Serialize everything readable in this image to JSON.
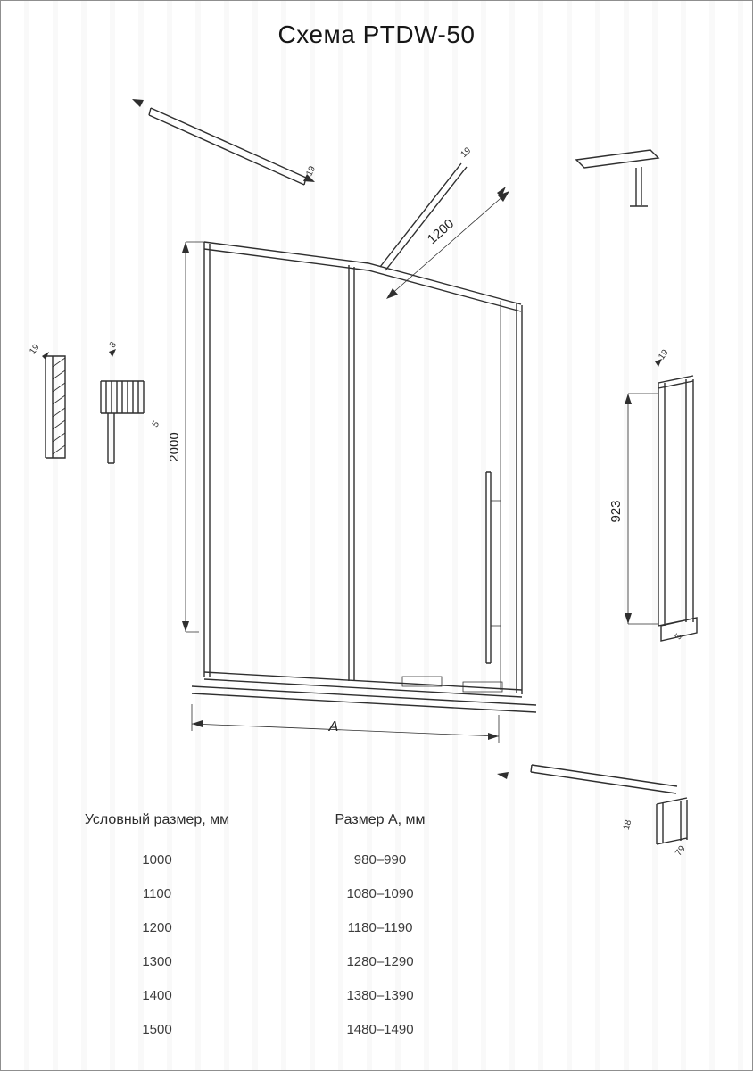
{
  "title": "Схема PTDW-50",
  "drawing": {
    "dims": {
      "diagonal_1200": "1200",
      "height_2000": "2000",
      "profile_923": "923",
      "width_a": "A",
      "left_19": "19",
      "left_8": "8",
      "left_5": "5",
      "bar_19": "19",
      "strut_19": "19",
      "right_19": "19",
      "right_5": "5",
      "bottom_18": "18",
      "bottom_79": "79"
    }
  },
  "table": {
    "col1_header": "Условный размер, мм",
    "col2_header": "Размер А, мм",
    "rows": [
      {
        "size": "1000",
        "range": "980–990"
      },
      {
        "size": "1100",
        "range": "1080–1090"
      },
      {
        "size": "1200",
        "range": "1180–1190"
      },
      {
        "size": "1300",
        "range": "1280–1290"
      },
      {
        "size": "1400",
        "range": "1380–1390"
      },
      {
        "size": "1500",
        "range": "1480–1490"
      }
    ]
  }
}
